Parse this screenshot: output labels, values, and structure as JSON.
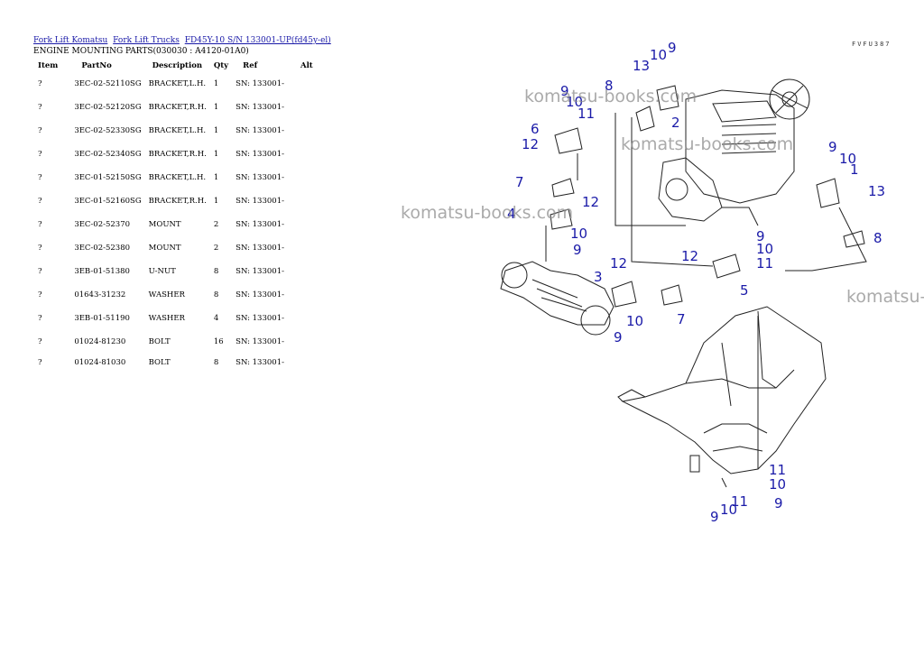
{
  "breadcrumb": {
    "link1": "Fork Lift Komatsu",
    "link2": "Fork Lift Trucks",
    "link3": "FD45Y-10 S/N 133001-UP(fd45y-el)"
  },
  "subtitle": "ENGINE MOUNTING PARTS(030030 : A4120-01A0)",
  "table": {
    "headers": {
      "item": "Item",
      "partno": "PartNo",
      "description": "Description",
      "qty": "Qty",
      "ref": "Ref",
      "alt": "Alt"
    },
    "rows": [
      {
        "item": "?",
        "partno": "3EC-02-52110SG",
        "description": "BRACKET,L.H.",
        "qty": "1",
        "ref": "SN: 133001-"
      },
      {
        "item": "?",
        "partno": "3EC-02-52120SG",
        "description": "BRACKET,R.H.",
        "qty": "1",
        "ref": "SN: 133001-"
      },
      {
        "item": "?",
        "partno": "3EC-02-52330SG",
        "description": "BRACKET,L.H.",
        "qty": "1",
        "ref": "SN: 133001-"
      },
      {
        "item": "?",
        "partno": "3EC-02-52340SG",
        "description": "BRACKET,R.H.",
        "qty": "1",
        "ref": "SN: 133001-"
      },
      {
        "item": "?",
        "partno": "3EC-01-52150SG",
        "description": "BRACKET,L.H.",
        "qty": "1",
        "ref": "SN: 133001-"
      },
      {
        "item": "?",
        "partno": "3EC-01-52160SG",
        "description": "BRACKET,R.H.",
        "qty": "1",
        "ref": "SN: 133001-"
      },
      {
        "item": "?",
        "partno": "3EC-02-52370",
        "description": "MOUNT",
        "qty": "2",
        "ref": "SN: 133001-"
      },
      {
        "item": "?",
        "partno": "3EC-02-52380",
        "description": "MOUNT",
        "qty": "2",
        "ref": "SN: 133001-"
      },
      {
        "item": "?",
        "partno": "3EB-01-51380",
        "description": "U-NUT",
        "qty": "8",
        "ref": "SN: 133001-"
      },
      {
        "item": "?",
        "partno": "01643-31232",
        "description": "WASHER",
        "qty": "8",
        "ref": "SN: 133001-"
      },
      {
        "item": "?",
        "partno": "3EB-01-51190",
        "description": "WASHER",
        "qty": "4",
        "ref": "SN: 133001-"
      },
      {
        "item": "?",
        "partno": "01024-81230",
        "description": "BOLT",
        "qty": "16",
        "ref": "SN: 133001-"
      },
      {
        "item": "?",
        "partno": "01024-81030",
        "description": "BOLT",
        "qty": "8",
        "ref": "SN: 133001-"
      }
    ]
  },
  "watermark": "komatsu-books.com",
  "diagram_code": "FVFU387",
  "callouts": {
    "n1": "1",
    "n2": "2",
    "n3": "3",
    "n4": "4",
    "n5": "5",
    "n6": "6",
    "n7": "7",
    "n8": "8",
    "n9": "9",
    "n10": "10",
    "n11": "11",
    "n12": "12",
    "n13": "13"
  },
  "colors": {
    "callout": "#1a1aa8",
    "link": "#1a1aa8",
    "line": "#222222"
  }
}
